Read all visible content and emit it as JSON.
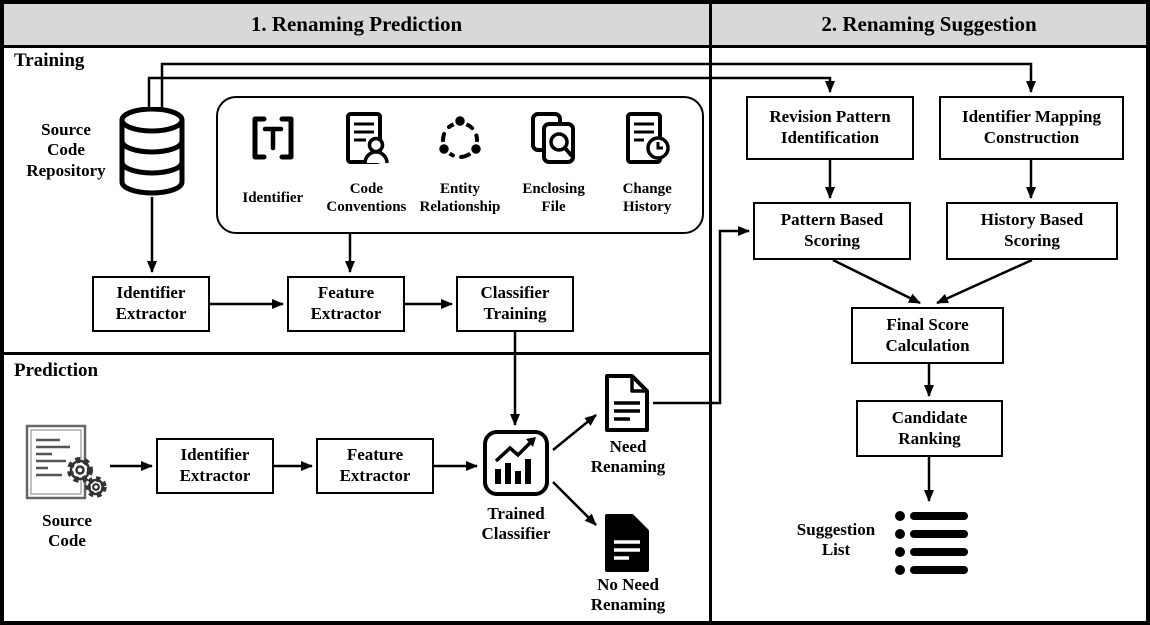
{
  "colors": {
    "header_bg": "#d8d8d8",
    "line": "#000000",
    "bg": "#ffffff"
  },
  "header": {
    "left_title": "1. Renaming Prediction",
    "right_title": "2. Renaming Suggestion"
  },
  "training": {
    "section_label": "Training",
    "repository_label": "Source\nCode\nRepository",
    "features": [
      {
        "icon": "bracket-t-icon",
        "label": "Identifier"
      },
      {
        "icon": "document-person-icon",
        "label": "Code\nConventions"
      },
      {
        "icon": "entity-network-icon",
        "label": "Entity\nRelationship"
      },
      {
        "icon": "file-search-icon",
        "label": "Enclosing\nFile"
      },
      {
        "icon": "document-clock-icon",
        "label": "Change\nHistory"
      }
    ],
    "identifier_extractor": "Identifier\nExtractor",
    "feature_extractor": "Feature\nExtractor",
    "classifier_training": "Classifier\nTraining"
  },
  "prediction": {
    "section_label": "Prediction",
    "source_code_label": "Source\nCode",
    "identifier_extractor": "Identifier\nExtractor",
    "feature_extractor": "Feature\nExtractor",
    "trained_classifier_label": "Trained\nClassifier",
    "need_renaming_label": "Need\nRenaming",
    "no_need_renaming_label": "No Need\nRenaming"
  },
  "suggestion": {
    "revision_pattern": "Revision Pattern\nIdentification",
    "identifier_mapping": "Identifier Mapping\nConstruction",
    "pattern_scoring": "Pattern Based\nScoring",
    "history_scoring": "History Based\nScoring",
    "final_score": "Final Score\nCalculation",
    "candidate_ranking": "Candidate\nRanking",
    "suggestion_list_label": "Suggestion\nList"
  }
}
